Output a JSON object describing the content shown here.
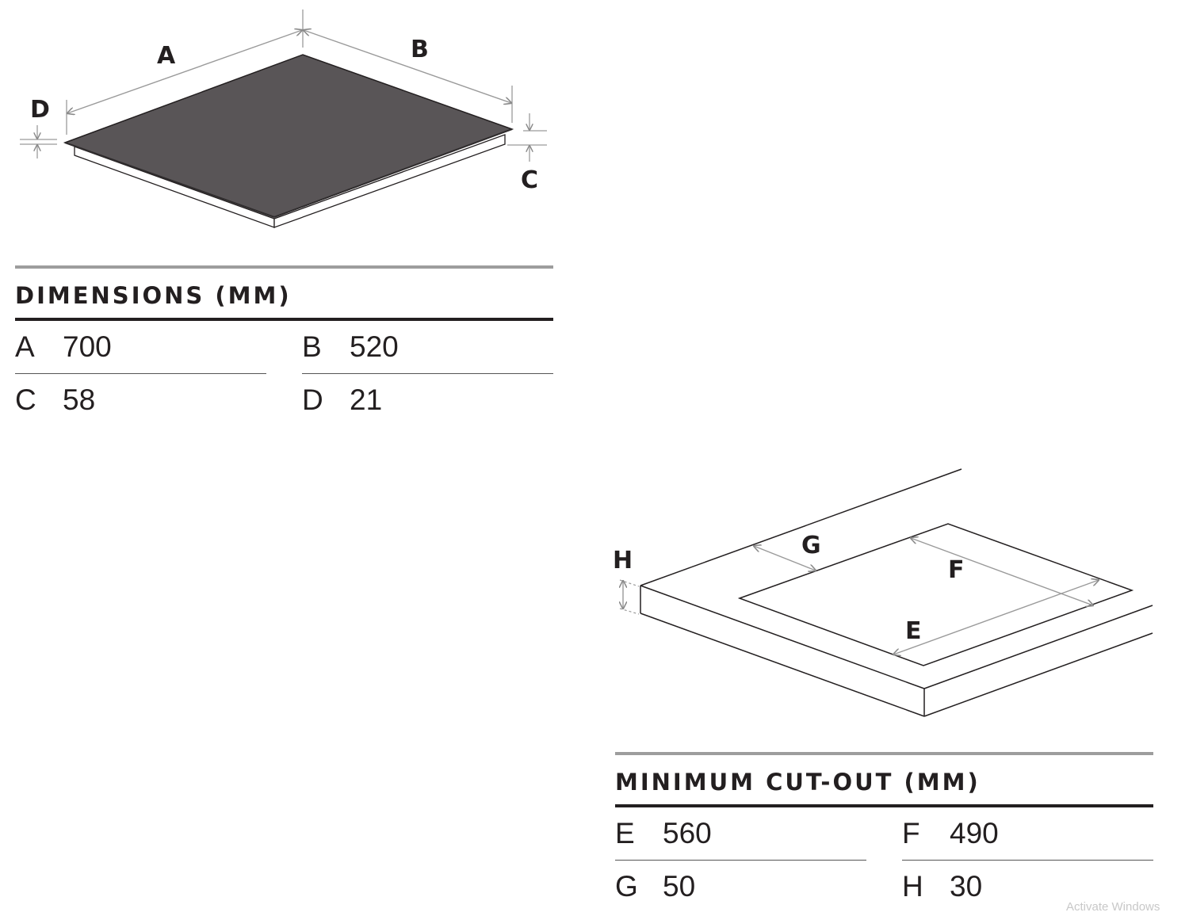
{
  "diagram_top": {
    "labels": {
      "a": "A",
      "b": "B",
      "c": "C",
      "d": "D"
    },
    "colors": {
      "cooktop": "#595557",
      "dimension_line": "#9a9a9a",
      "outline": "#231f20"
    }
  },
  "diagram_bottom": {
    "labels": {
      "e": "E",
      "f": "F",
      "g": "G",
      "h": "H"
    }
  },
  "dimensions": {
    "heading": "DIMENSIONS (MM)",
    "items": [
      {
        "letter": "A",
        "value": "700"
      },
      {
        "letter": "B",
        "value": "520"
      },
      {
        "letter": "C",
        "value": "58"
      },
      {
        "letter": "D",
        "value": "21"
      }
    ]
  },
  "cutout": {
    "heading": "MINIMUM CUT-OUT (MM)",
    "items": [
      {
        "letter": "E",
        "value": "560"
      },
      {
        "letter": "F",
        "value": "490"
      },
      {
        "letter": "G",
        "value": "50"
      },
      {
        "letter": "H",
        "value": "30"
      }
    ]
  },
  "watermark": "Activate Windows"
}
